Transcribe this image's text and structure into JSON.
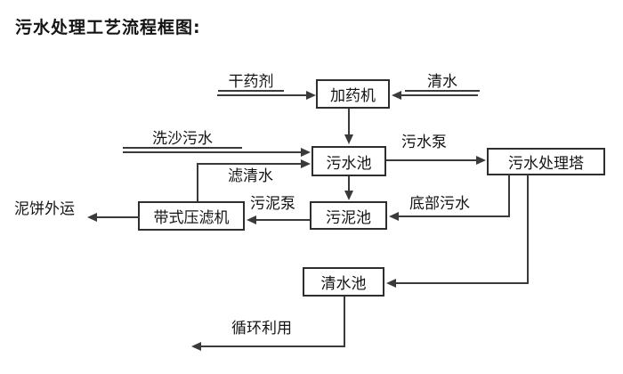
{
  "title": "污水处理工艺流程框图:",
  "nodes": {
    "dosing_machine": "加药机",
    "sewage_pool": "污水池",
    "treatment_tower": "污水处理塔",
    "sludge_pool": "污泥池",
    "belt_filter_press": "带式压滤机",
    "clear_water_pool": "清水池"
  },
  "labels": {
    "dry_chemical": "干药剂",
    "clear_water": "清水",
    "sand_washing_sewage": "洗沙污水",
    "filtered_water": "滤清水",
    "sewage_pump": "污水泵",
    "bottom_sewage": "底部污水",
    "sludge_pump": "污泥泵",
    "mud_cake_out": "泥饼外运",
    "recycle": "循环利用"
  },
  "edges": [
    {
      "from": "dry_chemical",
      "to": "dosing_machine"
    },
    {
      "from": "clear_water",
      "to": "dosing_machine"
    },
    {
      "from": "dosing_machine",
      "to": "sewage_pool"
    },
    {
      "from": "sand_washing_sewage",
      "to": "sewage_pool"
    },
    {
      "from": "belt_filter_press",
      "to": "sewage_pool",
      "label": "filtered_water"
    },
    {
      "from": "sewage_pool",
      "to": "treatment_tower",
      "label": "sewage_pump"
    },
    {
      "from": "sewage_pool",
      "to": "sludge_pool"
    },
    {
      "from": "treatment_tower",
      "to": "sludge_pool",
      "label": "bottom_sewage"
    },
    {
      "from": "sludge_pool",
      "to": "belt_filter_press",
      "label": "sludge_pump"
    },
    {
      "from": "belt_filter_press",
      "to": "mud_cake_out"
    },
    {
      "from": "treatment_tower",
      "to": "clear_water_pool"
    },
    {
      "from": "clear_water_pool",
      "to": "recycle"
    }
  ],
  "colors": {
    "line": "#3a3a3a",
    "text": "#141414",
    "background": "#ffffff"
  }
}
